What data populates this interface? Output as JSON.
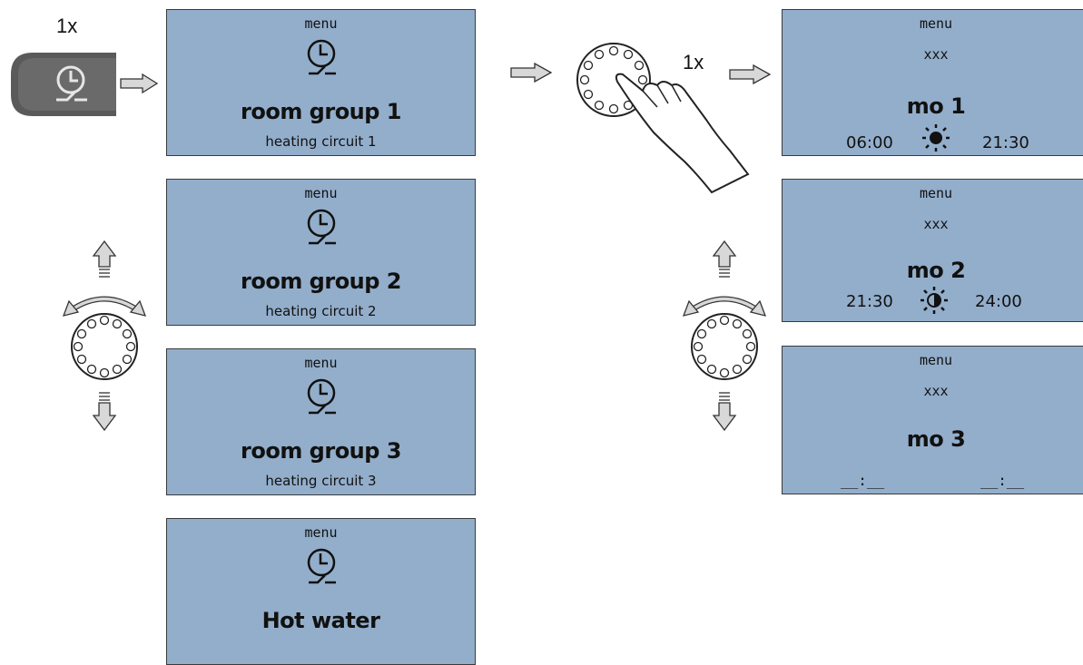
{
  "labels": {
    "press_count_left": "1x",
    "press_count_right": "1x"
  },
  "left_screens": [
    {
      "menu": "menu",
      "icon": "clock-icon",
      "title": "room group 1",
      "subtitle": "heating circuit 1"
    },
    {
      "menu": "menu",
      "icon": "clock-icon",
      "title": "room group 2",
      "subtitle": "heating circuit 2"
    },
    {
      "menu": "menu",
      "icon": "clock-icon",
      "title": "room group 3",
      "subtitle": "heating circuit 3"
    },
    {
      "menu": "menu",
      "icon": "clock-icon",
      "title": "Hot water",
      "subtitle": ""
    }
  ],
  "right_screens": [
    {
      "menu": "menu",
      "code": "xxx",
      "title": "mo 1",
      "start": "06:00",
      "end": "21:30",
      "icon": "sun-icon"
    },
    {
      "menu": "menu",
      "code": "xxx",
      "title": "mo 2",
      "start": "21:30",
      "end": "24:00",
      "icon": "half-sun-icon"
    },
    {
      "menu": "menu",
      "code": "xxx",
      "title": "mo 3",
      "start": "__:__",
      "end": "__:__",
      "icon": ""
    }
  ],
  "colors": {
    "lcd": "#93aecb",
    "button": "#5a5a5a",
    "arrow_fill": "#d8d8d8"
  }
}
